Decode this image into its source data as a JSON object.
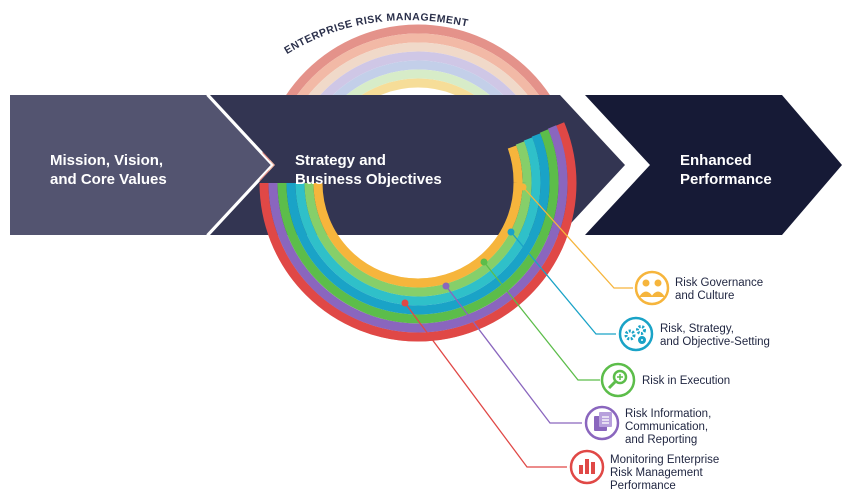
{
  "title": "ENTERPRISE RISK MANAGEMENT",
  "arrows": [
    {
      "lines": [
        "Mission, Vision,",
        "and Core Values"
      ],
      "color": "#535470"
    },
    {
      "lines": [
        "Strategy and",
        "Business Objectives"
      ],
      "color": "#333552"
    },
    {
      "lines": [
        "Enhanced",
        "Performance"
      ],
      "color": "#161a36"
    }
  ],
  "components": [
    {
      "lines": [
        "Risk Governance",
        "and Culture"
      ],
      "color": "#f6b53c",
      "icon": "people-icon"
    },
    {
      "lines": [
        "Risk, Strategy,",
        "and Objective-Setting"
      ],
      "color": "#1aa3c7",
      "icon": "gears-icon"
    },
    {
      "lines": [
        "Risk in Execution"
      ],
      "color": "#5cbd4a",
      "icon": "magnifier-icon"
    },
    {
      "lines": [
        "Risk Information,",
        "Communication,",
        "and Reporting"
      ],
      "color": "#8a66be",
      "icon": "document-icon"
    },
    {
      "lines": [
        "Monitoring Enterprise",
        "Risk Management",
        "Performance"
      ],
      "color": "#e04846",
      "icon": "bar-chart-icon"
    }
  ],
  "rings": [
    "#f0a48a",
    "#f8c1a8",
    "#e9e2c6",
    "#c9c2e2",
    "#bfa9d6",
    "#dfe9c8",
    "#f3d58a"
  ]
}
